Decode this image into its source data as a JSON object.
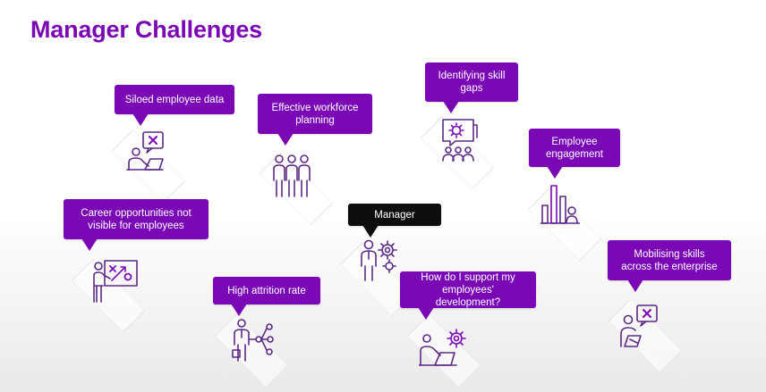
{
  "title": "Manager Challenges",
  "center": {
    "label": "Manager",
    "icon": "manager-gear-icon"
  },
  "challenges": [
    {
      "id": "siloed",
      "label": "Siloed employee data",
      "icon": "person-laptop-x-icon"
    },
    {
      "id": "workforce",
      "label": "Effective workforce planning",
      "icon": "people-group-icon"
    },
    {
      "id": "skill-gaps",
      "label": "Identifying skill gaps",
      "icon": "gear-chat-group-icon"
    },
    {
      "id": "engagement",
      "label": "Employee engagement",
      "icon": "bar-chart-person-icon"
    },
    {
      "id": "career",
      "label": "Career opportunities not visible for employees",
      "icon": "presenter-board-icon"
    },
    {
      "id": "attrition",
      "label": "High attrition rate",
      "icon": "person-network-icon"
    },
    {
      "id": "development",
      "label": "How do I support my employees' development?",
      "icon": "person-laptop-gear-icon"
    },
    {
      "id": "mobilising",
      "label": "Mobilising skills across the enterprise",
      "icon": "person-chat-x-icon"
    }
  ],
  "colors": {
    "accent": "#7a08b5",
    "dark": "#0d0d0d",
    "icon": "#5d2a86"
  }
}
